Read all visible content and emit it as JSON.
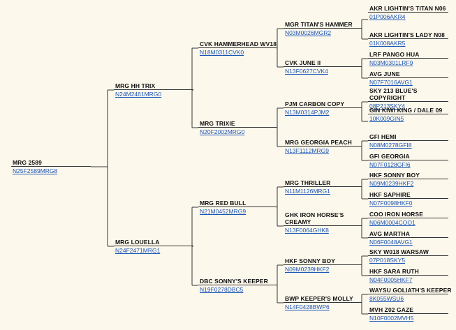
{
  "pedigree": {
    "subject": {
      "name": "MRG 2589",
      "reg": "N25F2589MRG8"
    },
    "gen1": [
      {
        "name": "MRG HH TRIX",
        "reg": "N24M2461MRG0"
      },
      {
        "name": "MRG LOUELLA",
        "reg": "N24F2471MRG1"
      }
    ],
    "gen2": [
      {
        "name": "CVK HAMMERHEAD WV18",
        "reg": "N18M0311CVK0"
      },
      {
        "name": "MRG TRIXIE",
        "reg": "N20F2002MRG0"
      },
      {
        "name": "MRG RED BULL",
        "reg": "N21M0452MRG9"
      },
      {
        "name": "DBC SONNY'S KEEPER",
        "reg": "N19F0278DBC5"
      }
    ],
    "gen3": [
      {
        "name": "MGR TITAN'S HAMMER",
        "reg": "N03M0026MGR2"
      },
      {
        "name": "CVK JUNE II",
        "reg": "N13F0627CVK4"
      },
      {
        "name": "PJM CARBON COPY",
        "reg": "N13M0314PJM2"
      },
      {
        "name": "MRG GEORGIA PEACH",
        "reg": "N13F1112MRG9"
      },
      {
        "name": "MRG THRILLER",
        "reg": "N11M1126MRG1"
      },
      {
        "name": "GHK IRON HORSE'S CREAMY",
        "reg": "N13F0064GHK8"
      },
      {
        "name": "HKF SONNY BOY",
        "reg": "N09M0239HKF2"
      },
      {
        "name": "BWP KEEPER'S MOLLY",
        "reg": "N14F0428BWP6"
      }
    ],
    "gen4": [
      {
        "name": "AKR LIGHTIN'S TITAN N06",
        "reg": "01P006AKR4"
      },
      {
        "name": "AKR LIGHTIN'S LADY N08",
        "reg": "01K008AKR5"
      },
      {
        "name": "LRF PANGO HUA",
        "reg": "N03M0301LRF9"
      },
      {
        "name": "AVG JUNE",
        "reg": "N07F7016AVG1"
      },
      {
        "name": "SKY 213 BLUE'S COPYRIGHT",
        "reg": "08P213SKY4"
      },
      {
        "name": "GIN KIWI KING / DALE 09",
        "reg": "10K009GIN5"
      },
      {
        "name": "GFI HEMI",
        "reg": "N08M0278GFI8"
      },
      {
        "name": "GFI GEORGIA",
        "reg": "N07F0128GFI6"
      },
      {
        "name": "HKF SONNY BOY",
        "reg": "N09M0239HKF2"
      },
      {
        "name": "HKF SAPHIRE",
        "reg": "N07F0098HKF0"
      },
      {
        "name": "COO IRON HORSE",
        "reg": "N06M0004COO1"
      },
      {
        "name": "AVG MARTHA",
        "reg": "N06F0048AVG1"
      },
      {
        "name": "SKY W018 WARSAW",
        "reg": "07P018SKY5"
      },
      {
        "name": "HKF SARA RUTH",
        "reg": "N04F0005HKF7"
      },
      {
        "name": "WAYSU GOLIATH'S KEEPER",
        "reg": "8K055WSU6"
      },
      {
        "name": "MVH Z02 GAZE",
        "reg": "N10F0002MVH5"
      }
    ]
  }
}
